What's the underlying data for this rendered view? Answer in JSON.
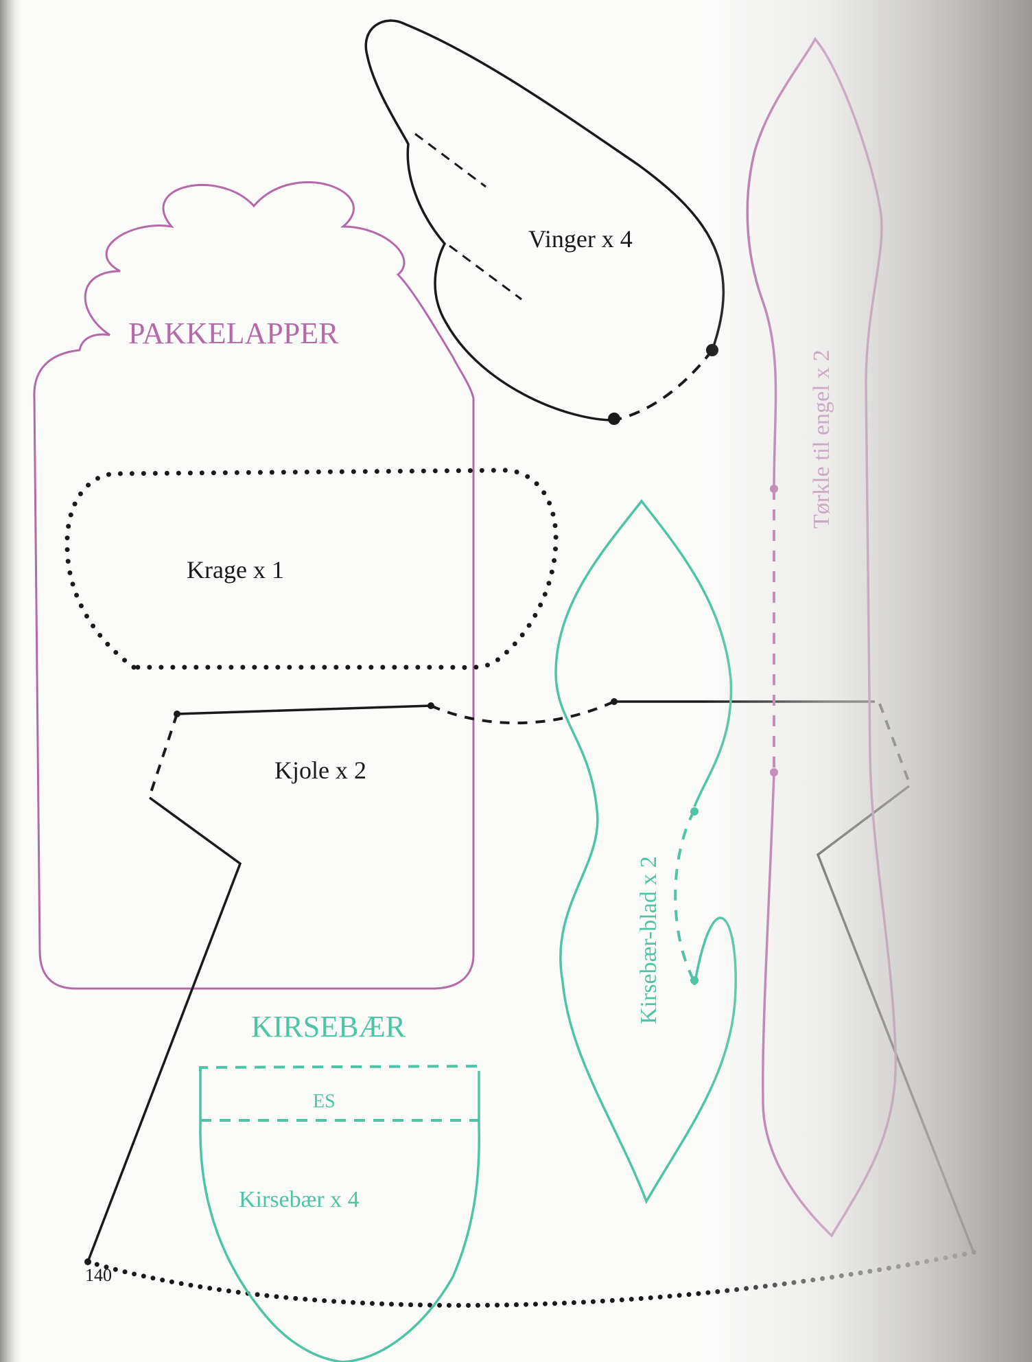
{
  "page_number": "140",
  "sections": {
    "pakkelapper": "PAKKELAPPER",
    "kirsebaer": "KIRSEBÆR"
  },
  "pieces": {
    "vinger": "Vinger x 4",
    "krage": "Krage x 1",
    "kjole": "Kjole x 2",
    "torkle": "Tørkle til engel x 2",
    "kirsebaer_blad": "Kirsebær-blad x 2",
    "es": "ES",
    "kirsebaer": "Kirsebær x 4"
  },
  "colors": {
    "pink": "#b56aa8",
    "teal": "#4ec4a6",
    "black": "#1a1a1a"
  }
}
